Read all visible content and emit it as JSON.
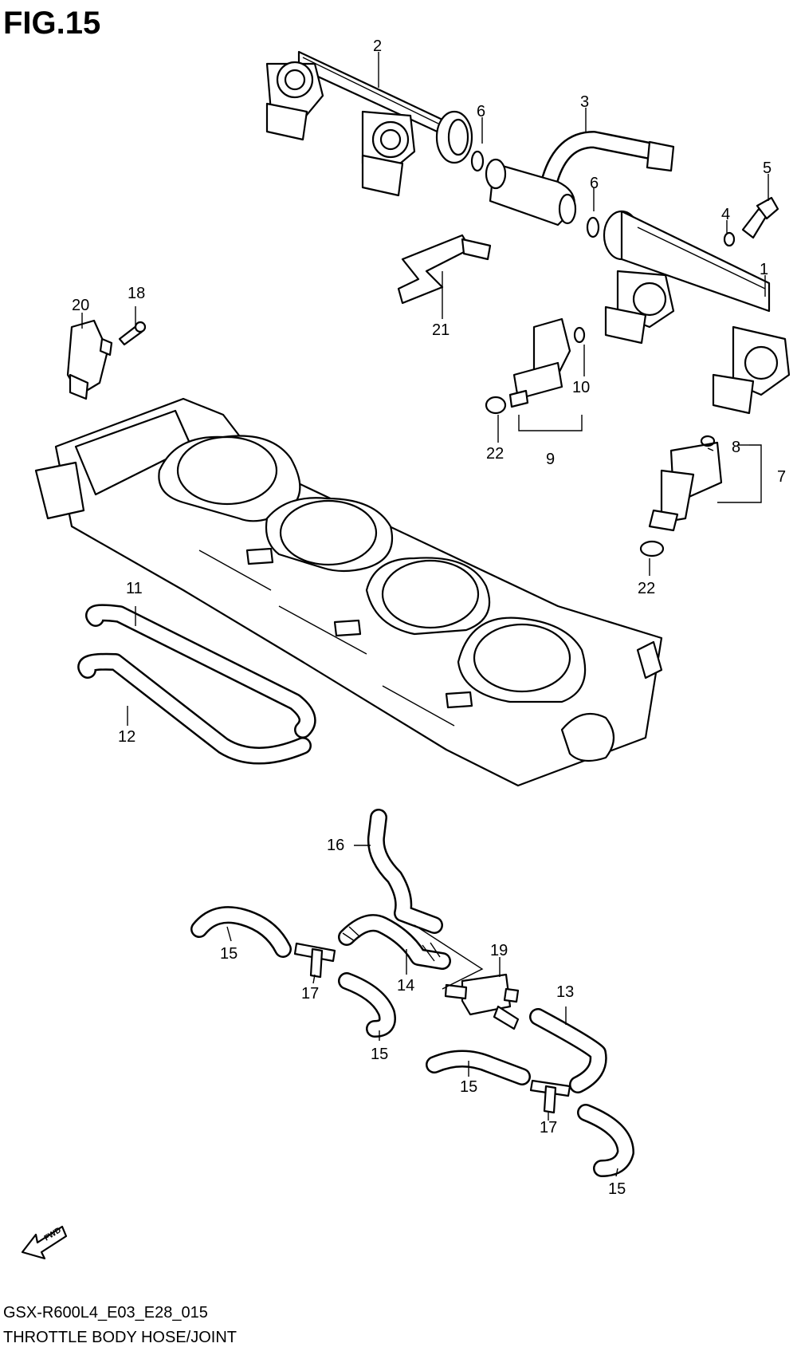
{
  "figure": {
    "title": "FIG.15",
    "model_code": "GSX-R600L4_E03_E28_015",
    "subtitle": "THROTTLE BODY HOSE/JOINT",
    "fwd_label": "FWD"
  },
  "callouts": {
    "c1": "1",
    "c2": "2",
    "c3": "3",
    "c4": "4",
    "c5": "5",
    "c6a": "6",
    "c6b": "6",
    "c7": "7",
    "c8": "8",
    "c9": "9",
    "c10": "10",
    "c11": "11",
    "c12": "12",
    "c13": "13",
    "c14": "14",
    "c15a": "15",
    "c15b": "15",
    "c15c": "15",
    "c15d": "15",
    "c16": "16",
    "c17a": "17",
    "c17b": "17",
    "c18": "18",
    "c19": "19",
    "c20": "20",
    "c21": "21",
    "c22a": "22",
    "c22b": "22"
  }
}
